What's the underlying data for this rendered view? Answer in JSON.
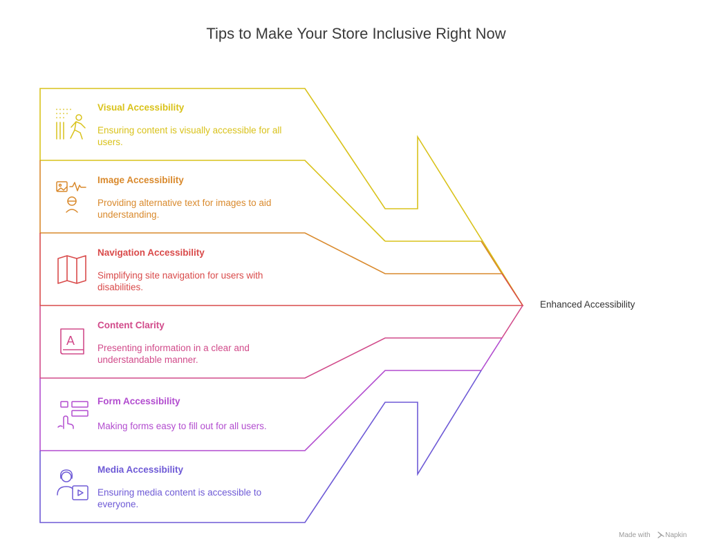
{
  "title": "Tips to Make Your Store Inclusive Right Now",
  "result_label": "Enhanced Accessibility",
  "footer": {
    "prefix": "Made with",
    "brand": "Napkin"
  },
  "items": [
    {
      "heading": "Visual Accessibility",
      "description": "Ensuring content is visually accessible for all users.",
      "icon": "visual-accessibility-icon",
      "color": "#d9c21a"
    },
    {
      "heading": "Image Accessibility",
      "description": "Providing alternative text for images to aid understanding.",
      "icon": "image-accessibility-icon",
      "color": "#d9892c"
    },
    {
      "heading": "Navigation Accessibility",
      "description": "Simplifying site navigation for users with disabilities.",
      "icon": "map-icon",
      "color": "#d94a4a"
    },
    {
      "heading": "Content Clarity",
      "description": "Presenting information in a clear and understandable manner.",
      "icon": "book-icon",
      "color": "#d14a8a"
    },
    {
      "heading": "Form Accessibility",
      "description": "Making forms easy to fill out for all users.",
      "icon": "form-icon",
      "color": "#b24ccf"
    },
    {
      "heading": "Media Accessibility",
      "description": "Ensuring media content is accessible to everyone.",
      "icon": "media-icon",
      "color": "#6e5ad6"
    }
  ]
}
